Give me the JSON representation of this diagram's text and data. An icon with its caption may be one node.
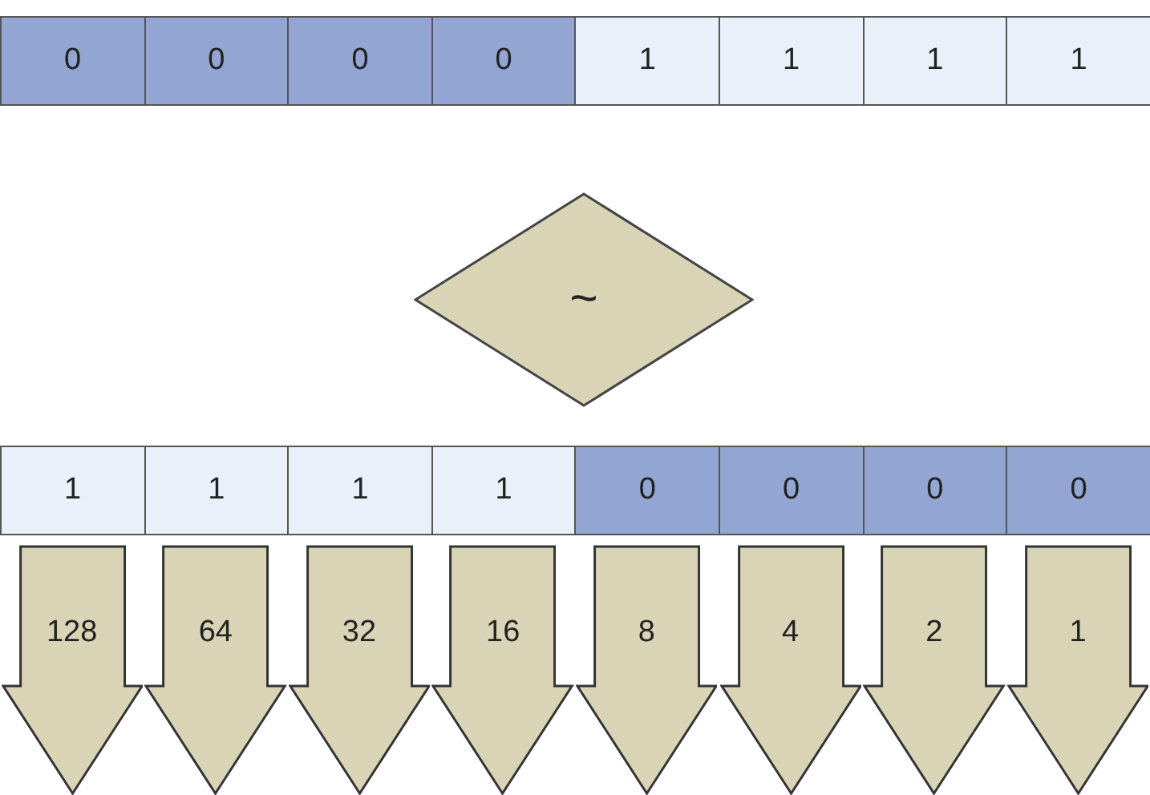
{
  "diagram": {
    "nodes": [
      {
        "text": [
          "0"
        ]
      },
      {
        "text": [
          "0"
        ]
      },
      {
        "text": [
          "0"
        ]
      },
      {
        "text": [
          "0"
        ]
      },
      {
        "text": [
          "1"
        ]
      },
      {
        "text": [
          "1"
        ]
      },
      {
        "text": [
          "1"
        ]
      },
      {
        "text": [
          "1"
        ]
      },
      {
        "text": [
          "~"
        ]
      },
      {
        "text": [
          "1"
        ]
      },
      {
        "text": [
          "1"
        ]
      },
      {
        "text": [
          "1"
        ]
      },
      {
        "text": [
          "1"
        ]
      },
      {
        "text": [
          "0"
        ]
      },
      {
        "text": [
          "0"
        ]
      },
      {
        "text": [
          "0"
        ]
      },
      {
        "text": [
          "0"
        ]
      },
      {
        "text": [
          "128"
        ]
      },
      {
        "text": [
          "64"
        ]
      },
      {
        "text": [
          "32"
        ]
      },
      {
        "text": [
          "16"
        ]
      },
      {
        "text": [
          "8"
        ]
      },
      {
        "text": [
          "4"
        ]
      },
      {
        "text": [
          "2"
        ]
      },
      {
        "text": [
          "1"
        ]
      }
    ]
  }
}
